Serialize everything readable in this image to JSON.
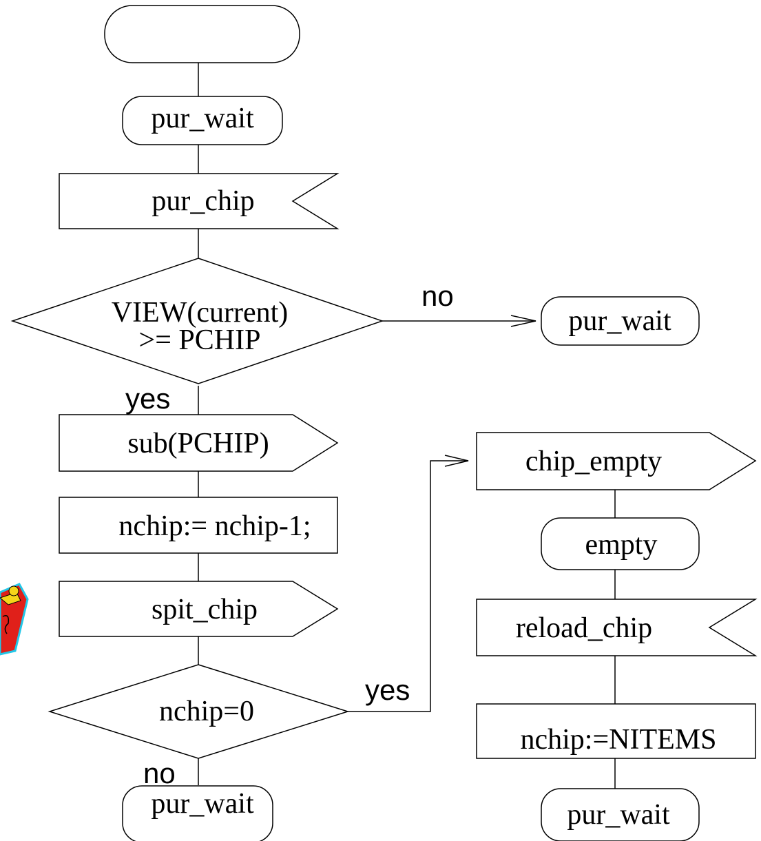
{
  "diagram": {
    "start_label": "",
    "state_pur_wait_1": "pur_wait",
    "input_pur_chip": "pur_chip",
    "decision_view_line1": "VIEW(current)",
    "decision_view_line2": ">= PCHIP",
    "branch_no_1": "no",
    "state_pur_wait_2": "pur_wait",
    "branch_yes_1": "yes",
    "output_sub_pchip": "sub(PCHIP)",
    "task_nchip_decrement": "nchip:= nchip-1;",
    "output_spit_chip": "spit_chip",
    "decision_nchip_zero": "nchip=0",
    "branch_yes_2": "yes",
    "branch_no_2": "no",
    "state_pur_wait_3": "pur_wait",
    "output_chip_empty": "chip_empty",
    "state_empty": "empty",
    "input_reload_chip": "reload_chip",
    "task_nchip_reset": "nchip:=NITEMS",
    "state_pur_wait_4": "pur_wait"
  },
  "colors": {
    "stroke": "#000000",
    "background": "#ffffff",
    "clipart_red": "#e0201a",
    "clipart_yellow": "#f5d51a",
    "clipart_cyan": "#22c7e8"
  },
  "icons": {
    "clipart": "red-candy-bag-icon"
  }
}
